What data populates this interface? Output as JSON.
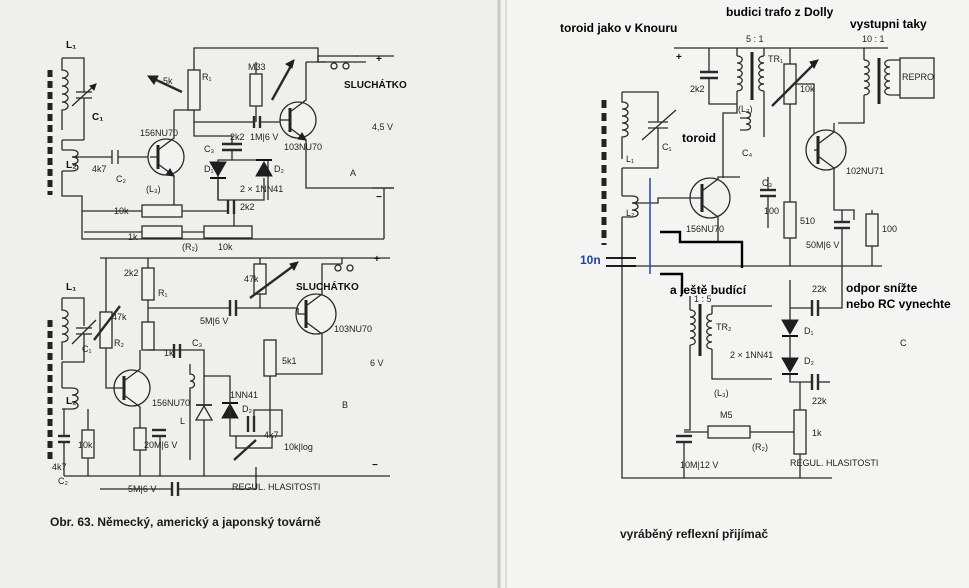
{
  "left_page": {
    "caption": "Obr. 63. Německý, americký a japonský továrně",
    "circuit_a": {
      "section_letter": "A",
      "supply": "4,5 V",
      "plus": "+",
      "minus": "−",
      "labels": {
        "l1": "L₁",
        "c1": "C₁",
        "l2": "L₂",
        "c2": "C₂",
        "cap_in": "4k7",
        "t1": "156NU70",
        "l3": "(L₃)",
        "r1": "R₁",
        "pot_top": "-5k",
        "m33": "M33",
        "out": "SLUCHÁTKO",
        "c3": "C₃",
        "c_2k2": "2k2",
        "c_1m": "1M|6 V",
        "t2": "103NU70",
        "d1": "D₁",
        "d2": "D₂",
        "diodes": "2 × 1NN41",
        "c_2k2b": "2k2",
        "r_10k": "10k",
        "r_1k": "1k",
        "r2": "(R₂)",
        "pot_10k": "10k"
      }
    },
    "circuit_b": {
      "section_letter": "B",
      "supply": "6 V",
      "plus": "+",
      "minus": "−",
      "labels": {
        "l1": "L₁",
        "c1": "C₁",
        "r2": "R₂",
        "r2v": "47k",
        "r1": "R₁",
        "r_2k2": "2k2",
        "pot_47k": "47k",
        "out": "SLUCHÁTKO",
        "c_5m": "5M|6 V",
        "t2": "103NU70",
        "c_1k": "1k",
        "c3": "C₃",
        "r_5k1": "5k1",
        "t1": "156NU70",
        "l2": "L₂",
        "l": "L",
        "d": "1NN41",
        "d2": "D₂",
        "c_20m": "20M|6 V",
        "r_4k7": "4k7",
        "pot_log": "10k|log",
        "r_10k": "10k",
        "c_4k7": "4k7",
        "c2": "C₂",
        "c_5mb": "5M|6 V",
        "vol": "REGUL. HLASITOSTI"
      }
    }
  },
  "right_page": {
    "caption": "vyráběný reflexní přijímač",
    "section_letter": "C",
    "annotations": {
      "toroid_knouru": "toroid jako v Knouru",
      "budici_trafo": "budici trafo z Dolly",
      "vystupni": "vystupni taky",
      "toroid": "toroid",
      "cap_10n": "10n",
      "jeste_budici": "a ještě budící",
      "odpor_line1": "odpor snížte",
      "odpor_line2": "nebo RC vynechte"
    },
    "labels": {
      "plus": "+",
      "ratio_1": "5 : 1",
      "ratio_2": "10 : 1",
      "c_2k2": "2k2",
      "tr1": "TR₁",
      "pot_10k": "10k",
      "repro": "REPRO",
      "l1": "L₁",
      "c1": "C₁",
      "l3": "(L₃)",
      "c4": "C₄",
      "t1": "156NU70",
      "c3": "C₃",
      "c3v": "100",
      "r_510": "510",
      "t2": "102NU71",
      "c_50m": "50M|6 V",
      "r_100": "100",
      "l2": "L₂",
      "ratio_3": "1 : 5",
      "tr2": "TR₂",
      "c_22k": "22k",
      "d1": "D₁",
      "d2": "D₂",
      "diodes": "2 × 1NN41",
      "l3b": "(L₃)",
      "c_22kb": "22k",
      "r_m5": "M5",
      "r2": "(R₂)",
      "pot_1k": "1k",
      "c_10m": "10M|12 V",
      "vol": "REGUL. HLASITOSTI"
    }
  }
}
